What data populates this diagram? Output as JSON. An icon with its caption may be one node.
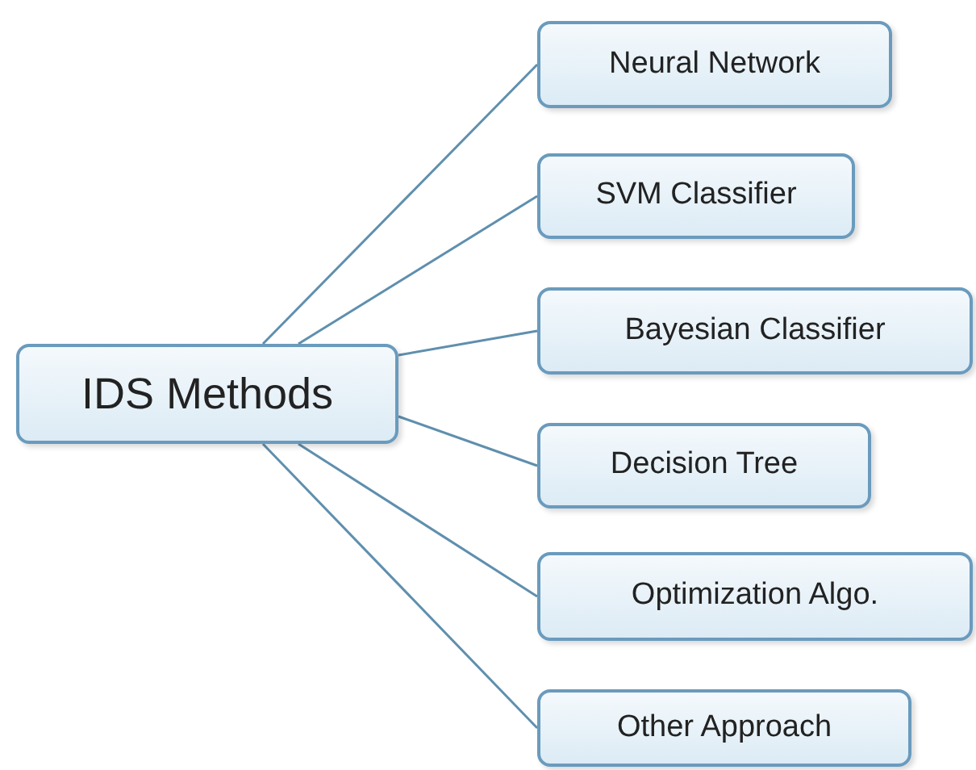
{
  "diagram": {
    "nodes": [
      {
        "text": [
          "IDS Methods"
        ]
      },
      {
        "text": [
          "Neural Network"
        ]
      },
      {
        "text": [
          "SVM Classifier"
        ]
      },
      {
        "text": [
          "Bayesian Classifier"
        ]
      },
      {
        "text": [
          "Decision Tree"
        ]
      },
      {
        "text": [
          "Optimization Algo."
        ]
      },
      {
        "text": [
          "Other Approach"
        ]
      }
    ],
    "edges": [
      {
        "from": 0,
        "to": 1,
        "arrow": "none"
      },
      {
        "from": 0,
        "to": 2,
        "arrow": "none"
      },
      {
        "from": 0,
        "to": 3,
        "arrow": "none"
      },
      {
        "from": 0,
        "to": 4,
        "arrow": "none"
      },
      {
        "from": 0,
        "to": 5,
        "arrow": "none"
      },
      {
        "from": 0,
        "to": 6,
        "arrow": "none"
      }
    ]
  }
}
